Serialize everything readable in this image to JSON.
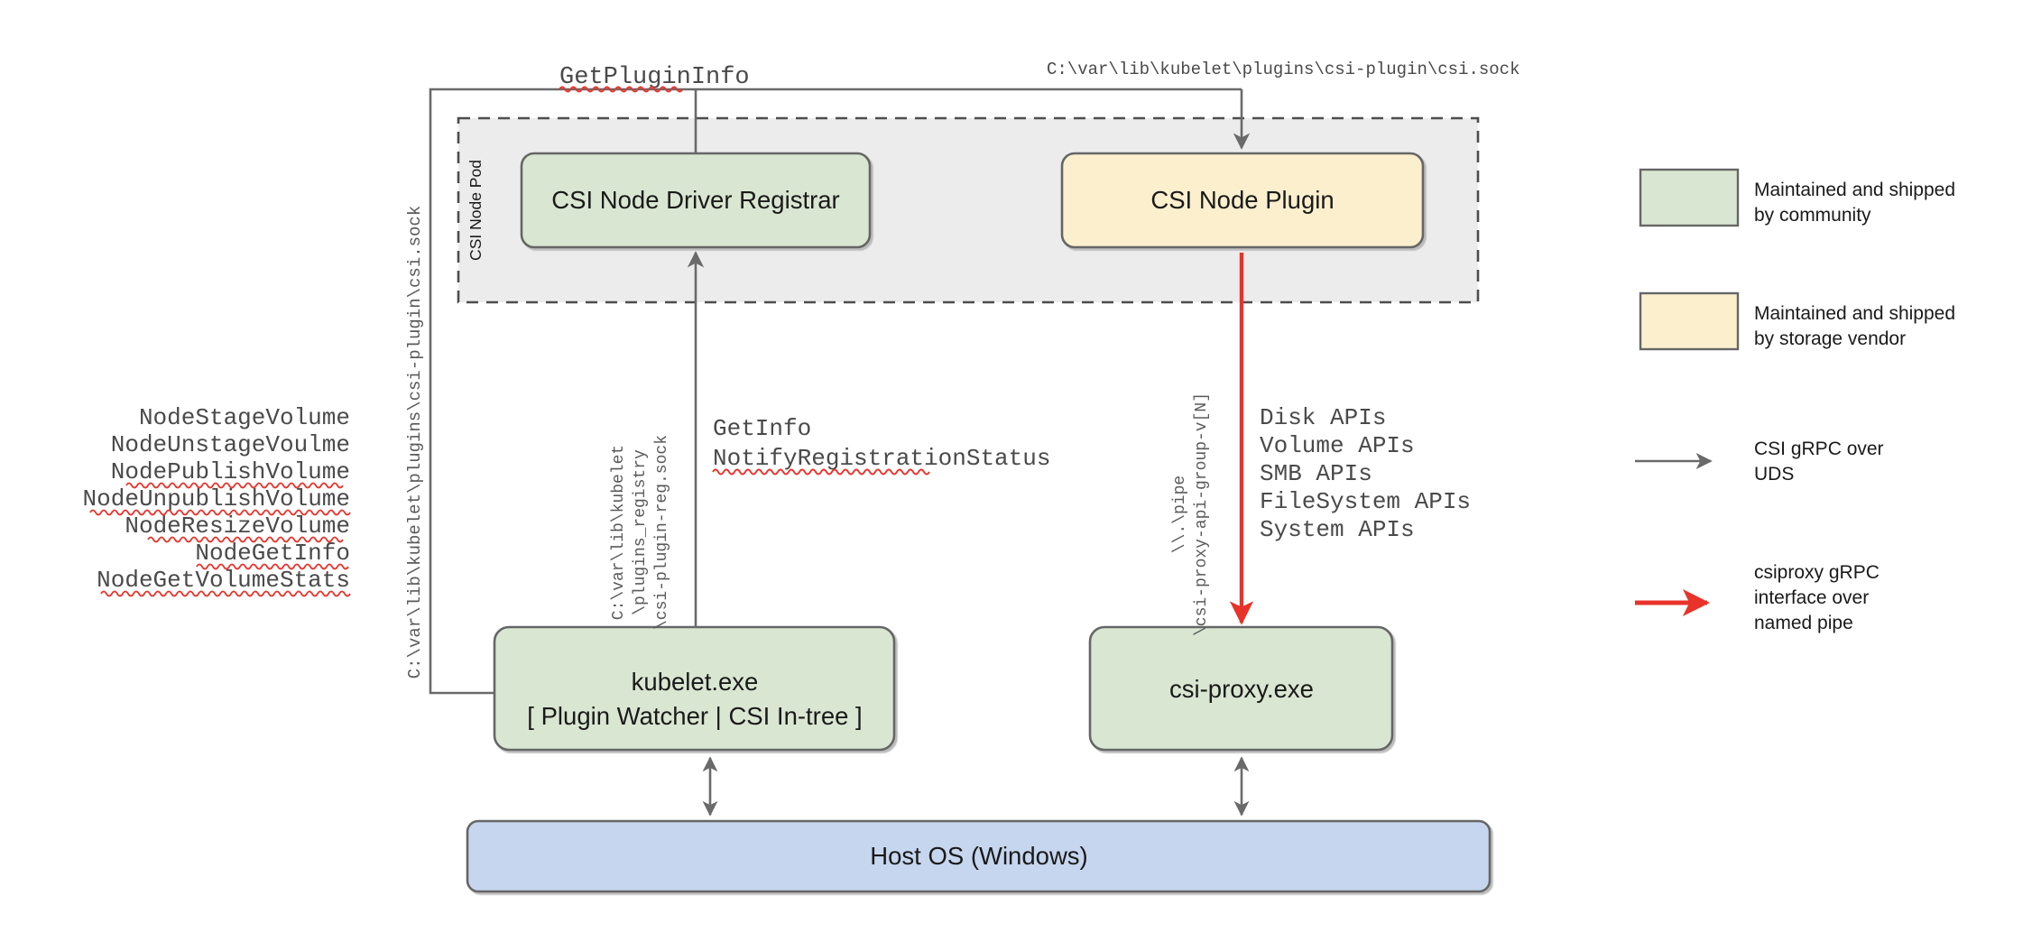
{
  "diagram": {
    "title": "CSI Proxy architecture on Windows",
    "colors": {
      "community_green": "#d9e7d2",
      "vendor_cream": "#fbefcd",
      "host_blue": "#c6d6ef",
      "pod_gray": "#ececec",
      "stroke_gray": "#6a6a6a",
      "arrow_red": "#e8332a",
      "text_black": "#1a1a1a",
      "mono_gray": "#5a5a5a",
      "spell_red": "#e8332a"
    }
  },
  "pod": {
    "label": "CSI Node Pod"
  },
  "nodes": {
    "registrar": {
      "label": "CSI Node Driver Registrar",
      "fill": "community_green"
    },
    "node_plugin": {
      "label": "CSI Node Plugin",
      "fill": "vendor_cream"
    },
    "kubelet": {
      "line1": "kubelet.exe",
      "line2": "[ Plugin Watcher | CSI In-tree ]",
      "fill": "community_green"
    },
    "csi_proxy": {
      "label": "csi-proxy.exe",
      "fill": "community_green"
    },
    "host_os": {
      "label": "Host OS (Windows)",
      "fill": "host_blue"
    }
  },
  "edge_labels": {
    "get_plugin_info": "GetPluginInfo",
    "csi_sock_path_top": "C:\\var\\lib\\kubelet\\plugins\\csi-plugin\\csi.sock",
    "csi_sock_path_left": "C:\\var\\lib\\kubelet\\plugins\\csi-plugin\\csi.sock",
    "reg_sock_path": [
      "C:\\var\\lib\\kubelet",
      "\\plugins_registry",
      "\\csi-plugin-reg.sock"
    ],
    "get_info": "GetInfo",
    "notify_registration_status": "NotifyRegistrationStatus",
    "named_pipe": [
      "\\\\.\\pipe",
      "\\csi-proxy-api-group-v[N]"
    ]
  },
  "node_api_list": [
    "NodeStageVolume",
    "NodeUnstageVoulme",
    "NodePublishVolume",
    "NodeUnpublishVolume",
    "NodeResizeVolume",
    "NodeGetInfo",
    "NodeGetVolumeStats"
  ],
  "proxy_api_list": [
    "Disk APIs",
    "Volume APIs",
    "SMB APIs",
    "FileSystem APIs",
    "System APIs"
  ],
  "legend": {
    "swatches": [
      {
        "label_line1": "Maintained and shipped",
        "label_line2": "by community",
        "color": "#d9e7d2"
      },
      {
        "label_line1": "Maintained and shipped",
        "label_line2": "by storage vendor",
        "color": "#fbefcd"
      }
    ],
    "arrows": [
      {
        "label_line1": "CSI gRPC over",
        "label_line2": "UDS",
        "label_line3": "",
        "color": "#6a6a6a"
      },
      {
        "label_line1": "csiproxy gRPC",
        "label_line2": "interface over",
        "label_line3": "named pipe",
        "color": "#e8332a"
      }
    ]
  }
}
